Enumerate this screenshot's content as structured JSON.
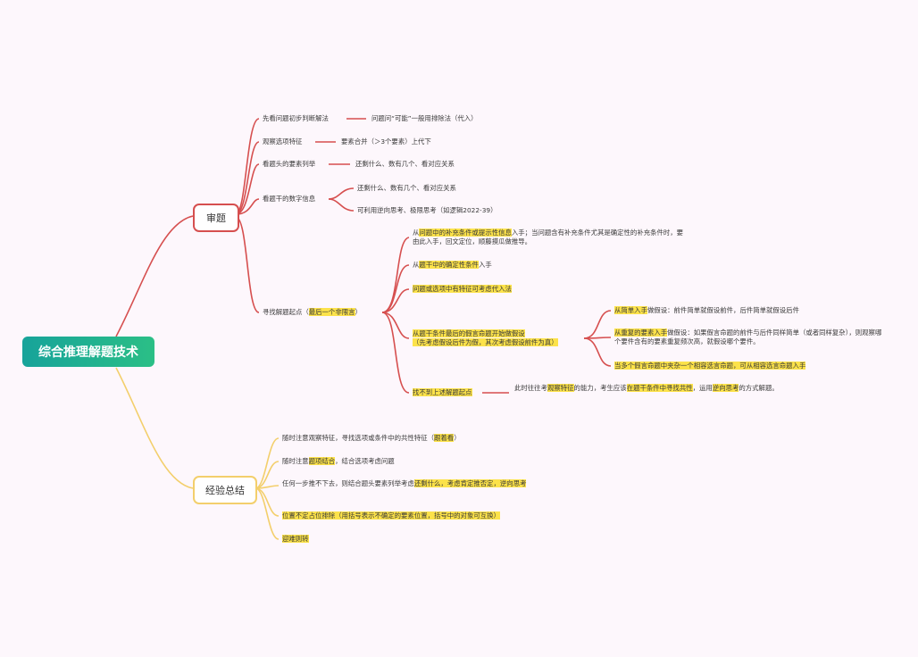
{
  "root": "综合推理解题技术",
  "branches": {
    "review": {
      "label": "审题",
      "items": {
        "i1": {
          "label": "先看问题初步判断解法",
          "child": "问题问“可能”一般用排除法（代入）"
        },
        "i2": {
          "label": "观察选项特征",
          "child": "要素合并（＞3个要素）上代下"
        },
        "i3": {
          "label": "看题头的要素列举",
          "child": "还剩什么、数有几个、看对应关系"
        },
        "i4": {
          "label": "看题干的数字信息",
          "c1": "还剩什么、数有几个、看对应关系",
          "c2": "可利用逆向思考、极限思考（如逻辑2022-39）"
        },
        "i5": {
          "label_a": "寻找解题起点（",
          "label_hl": "最后一个非限言",
          "label_b": "）",
          "s1_a": "从",
          "s1_hl": "问题中的补充条件或提示性信息",
          "s1_b": "入手；当问题含有补充条件尤其是确定性的补充条件时，要由此入手，回文定位，顺藤摸瓜做推导。",
          "s2_a": "从",
          "s2_hl": "题干中的确定性条件",
          "s2_b": "入手",
          "s3": "问题或选项中有特征可考虑代入法",
          "s4_l1": "从题干条件最后的假言命题开始做假设",
          "s4_l2": "（先考虑假设后件为假，其次考虑假设前件为真）",
          "s4_c1_hl": "从简单入手",
          "s4_c1_b": "做假设：前件简单就假设前件，后件简单就假设后件",
          "s4_c2_hl": "从重复的要素入手",
          "s4_c2_b": "做假设：如果假言命题的前件与后件同样简单（或者同样复杂），则观察哪个要件含有的要素重复频次高，就假设哪个要件。",
          "s4_c3": "当多个假言命题中夹杂一个相容选言命题，可从相容选言命题入手",
          "s5": "找不到上述解题起点",
          "s5_note_a": "此时往往考",
          "s5_note_hl1": "观察特征",
          "s5_note_b": "的能力，考生应该",
          "s5_note_hl2": "在题干条件中寻找共性",
          "s5_note_c": "，运用",
          "s5_note_hl3": "逆向思考",
          "s5_note_d": "的方式解题。"
        }
      }
    },
    "summary": {
      "label": "经验总结",
      "e1_a": "随时注意观察特征，寻找选项或条件中的共性特征（",
      "e1_hl": "跟着看",
      "e1_b": "）",
      "e2_a": "随时注意",
      "e2_hl": "题项结合",
      "e2_b": "，结合选项考虑问题",
      "e3_a": "任何一步推不下去，则结合题头要素列举考虑",
      "e3_hl": "还剩什么，考虑肯定推否定，逆向思考",
      "e4": "位置不定占位排除（用括号表示不确定的要素位置，括号中的对象可互换）",
      "e5": "迎难则转"
    }
  },
  "colors": {
    "red": "#d64f4f",
    "yellow": "#f3cf6c",
    "root_start": "#17a39a",
    "root_end": "#2bbf86",
    "highlight": "#fce24a"
  }
}
